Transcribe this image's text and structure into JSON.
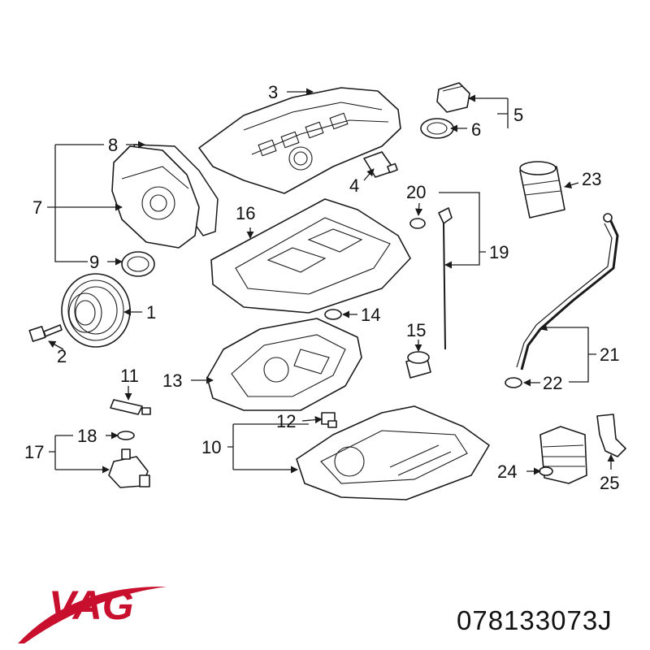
{
  "brand": {
    "name": "VAG",
    "color": "#c8102e"
  },
  "part_number": "078133073J",
  "callouts": {
    "c1": "1",
    "c2": "2",
    "c3": "3",
    "c4": "4",
    "c5": "5",
    "c6": "6",
    "c7": "7",
    "c8": "8",
    "c9": "9",
    "c10": "10",
    "c11": "11",
    "c12": "12",
    "c13": "13",
    "c14": "14",
    "c15": "15",
    "c16": "16",
    "c17": "17",
    "c18": "18",
    "c19": "19",
    "c20": "20",
    "c21": "21",
    "c22": "22",
    "c23": "23",
    "c24": "24",
    "c25": "25"
  }
}
